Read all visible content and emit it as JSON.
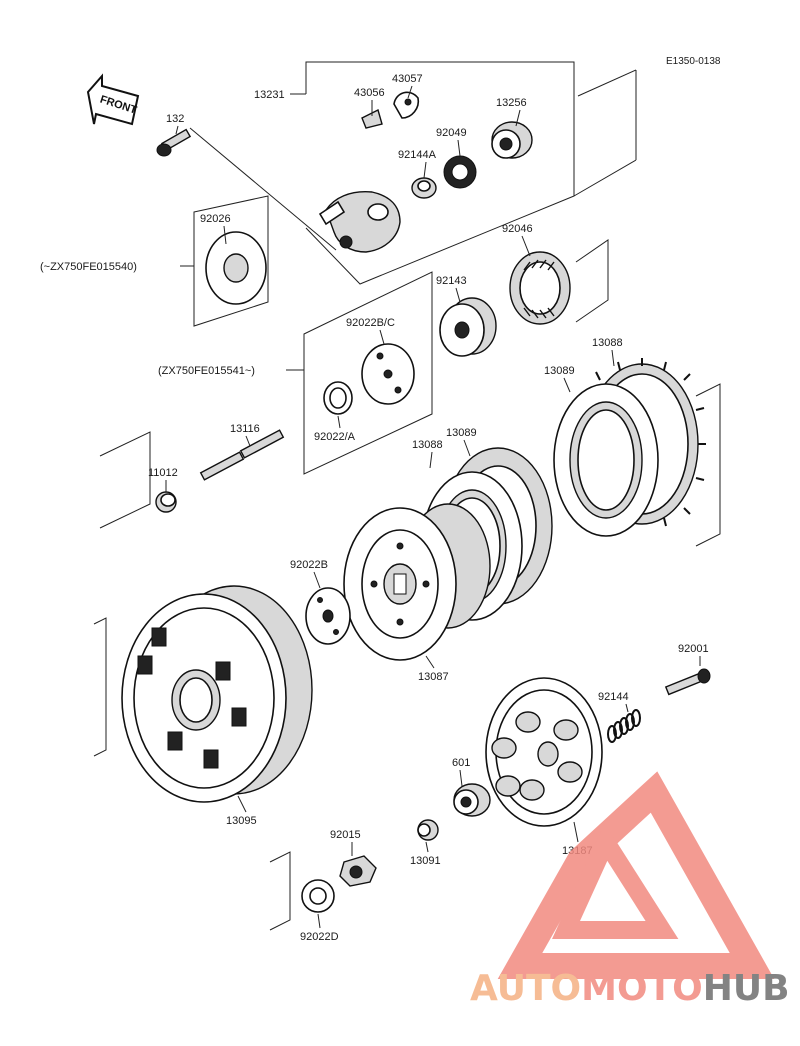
{
  "diagram_ref": "E1350-0138",
  "front_label": "FRONT",
  "labels": {
    "p13231": "13231",
    "p43057": "43057",
    "p43056": "43056",
    "p13256": "13256",
    "p92049": "92049",
    "p92144A": "92144A",
    "p132": "132",
    "p92026": "92026",
    "serial_old": "(~ZX750FE015540)",
    "p92046": "92046",
    "p92143": "92143",
    "p92022BC": "92022B/C",
    "serial_new": "(ZX750FE015541~)",
    "p92022A": "92022/A",
    "p13088_top": "13088",
    "p13089_top": "13089",
    "p13116": "13116",
    "p13089_mid": "13089",
    "p13088_mid": "13088",
    "p11012": "11012",
    "p92022B": "92022B",
    "p13087": "13087",
    "p92001": "92001",
    "p92144": "92144",
    "p601": "601",
    "p13095": "13095",
    "p92015": "92015",
    "p13091": "13091",
    "p13187": "13187",
    "p92022D": "92022D"
  },
  "watermark": {
    "part1": "AUTO",
    "part2": "MOTO",
    "part3": "HUB",
    "color1": "#f5b183",
    "color2": "#f28a80",
    "color3": "#6e6e6e"
  }
}
